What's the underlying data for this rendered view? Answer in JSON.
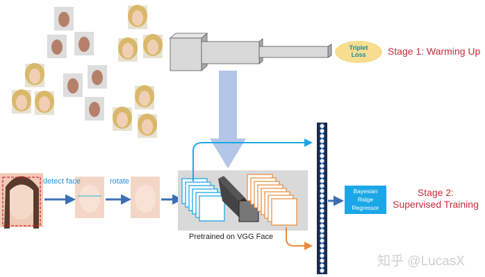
{
  "stage1": {
    "loss_label_line1": "Triplet",
    "loss_label_line2": "Loss",
    "title": "Stage 1: Warming Up"
  },
  "pipeline": {
    "detect_label": "detect face",
    "rotate_label": "rotate",
    "network_caption": "Pretrained on VGG Face"
  },
  "stage2": {
    "regressor_line1": "Bayesian",
    "regressor_line2": "Ridge",
    "regressor_line3": "Regressor",
    "title_line1": "Stage 2:",
    "title_line2": "Supervised Training"
  },
  "watermark": "知乎 @LucasX",
  "colors": {
    "red": "#c8293a",
    "blue": "#2a8fd6",
    "orange": "#e88a3a",
    "regressor": "#1ba7e6"
  }
}
